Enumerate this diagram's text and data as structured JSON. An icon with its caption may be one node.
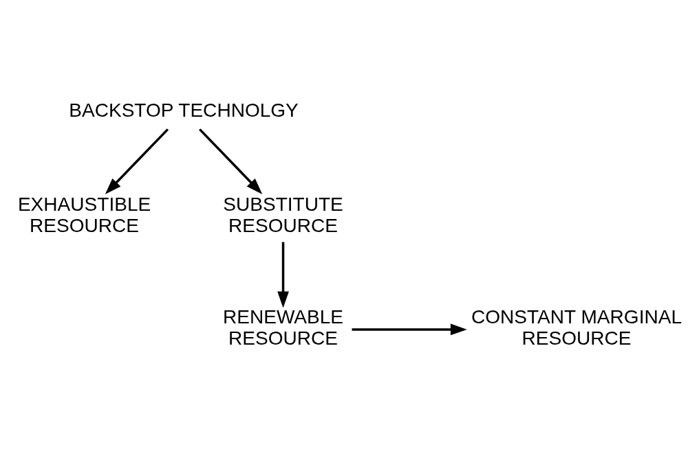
{
  "diagram": {
    "nodes": [
      {
        "text": [
          "BACKSTOP TECHNOLGY"
        ]
      },
      {
        "text": [
          "EXHAUSTIBLE RESOURCE"
        ]
      },
      {
        "text": [
          "SUBSTITUTE RESOURCE"
        ]
      },
      {
        "text": [
          "RENEWABLE RESOURCE"
        ]
      },
      {
        "text": [
          "CONSTANT MARGINAL RESOURCE"
        ]
      }
    ],
    "edges": [
      {
        "from": 0,
        "to": 1,
        "arrow": "to"
      },
      {
        "from": 0,
        "to": 2,
        "arrow": "to"
      },
      {
        "from": 2,
        "to": 3,
        "arrow": "to"
      },
      {
        "from": 3,
        "to": 4,
        "arrow": "to"
      }
    ]
  }
}
